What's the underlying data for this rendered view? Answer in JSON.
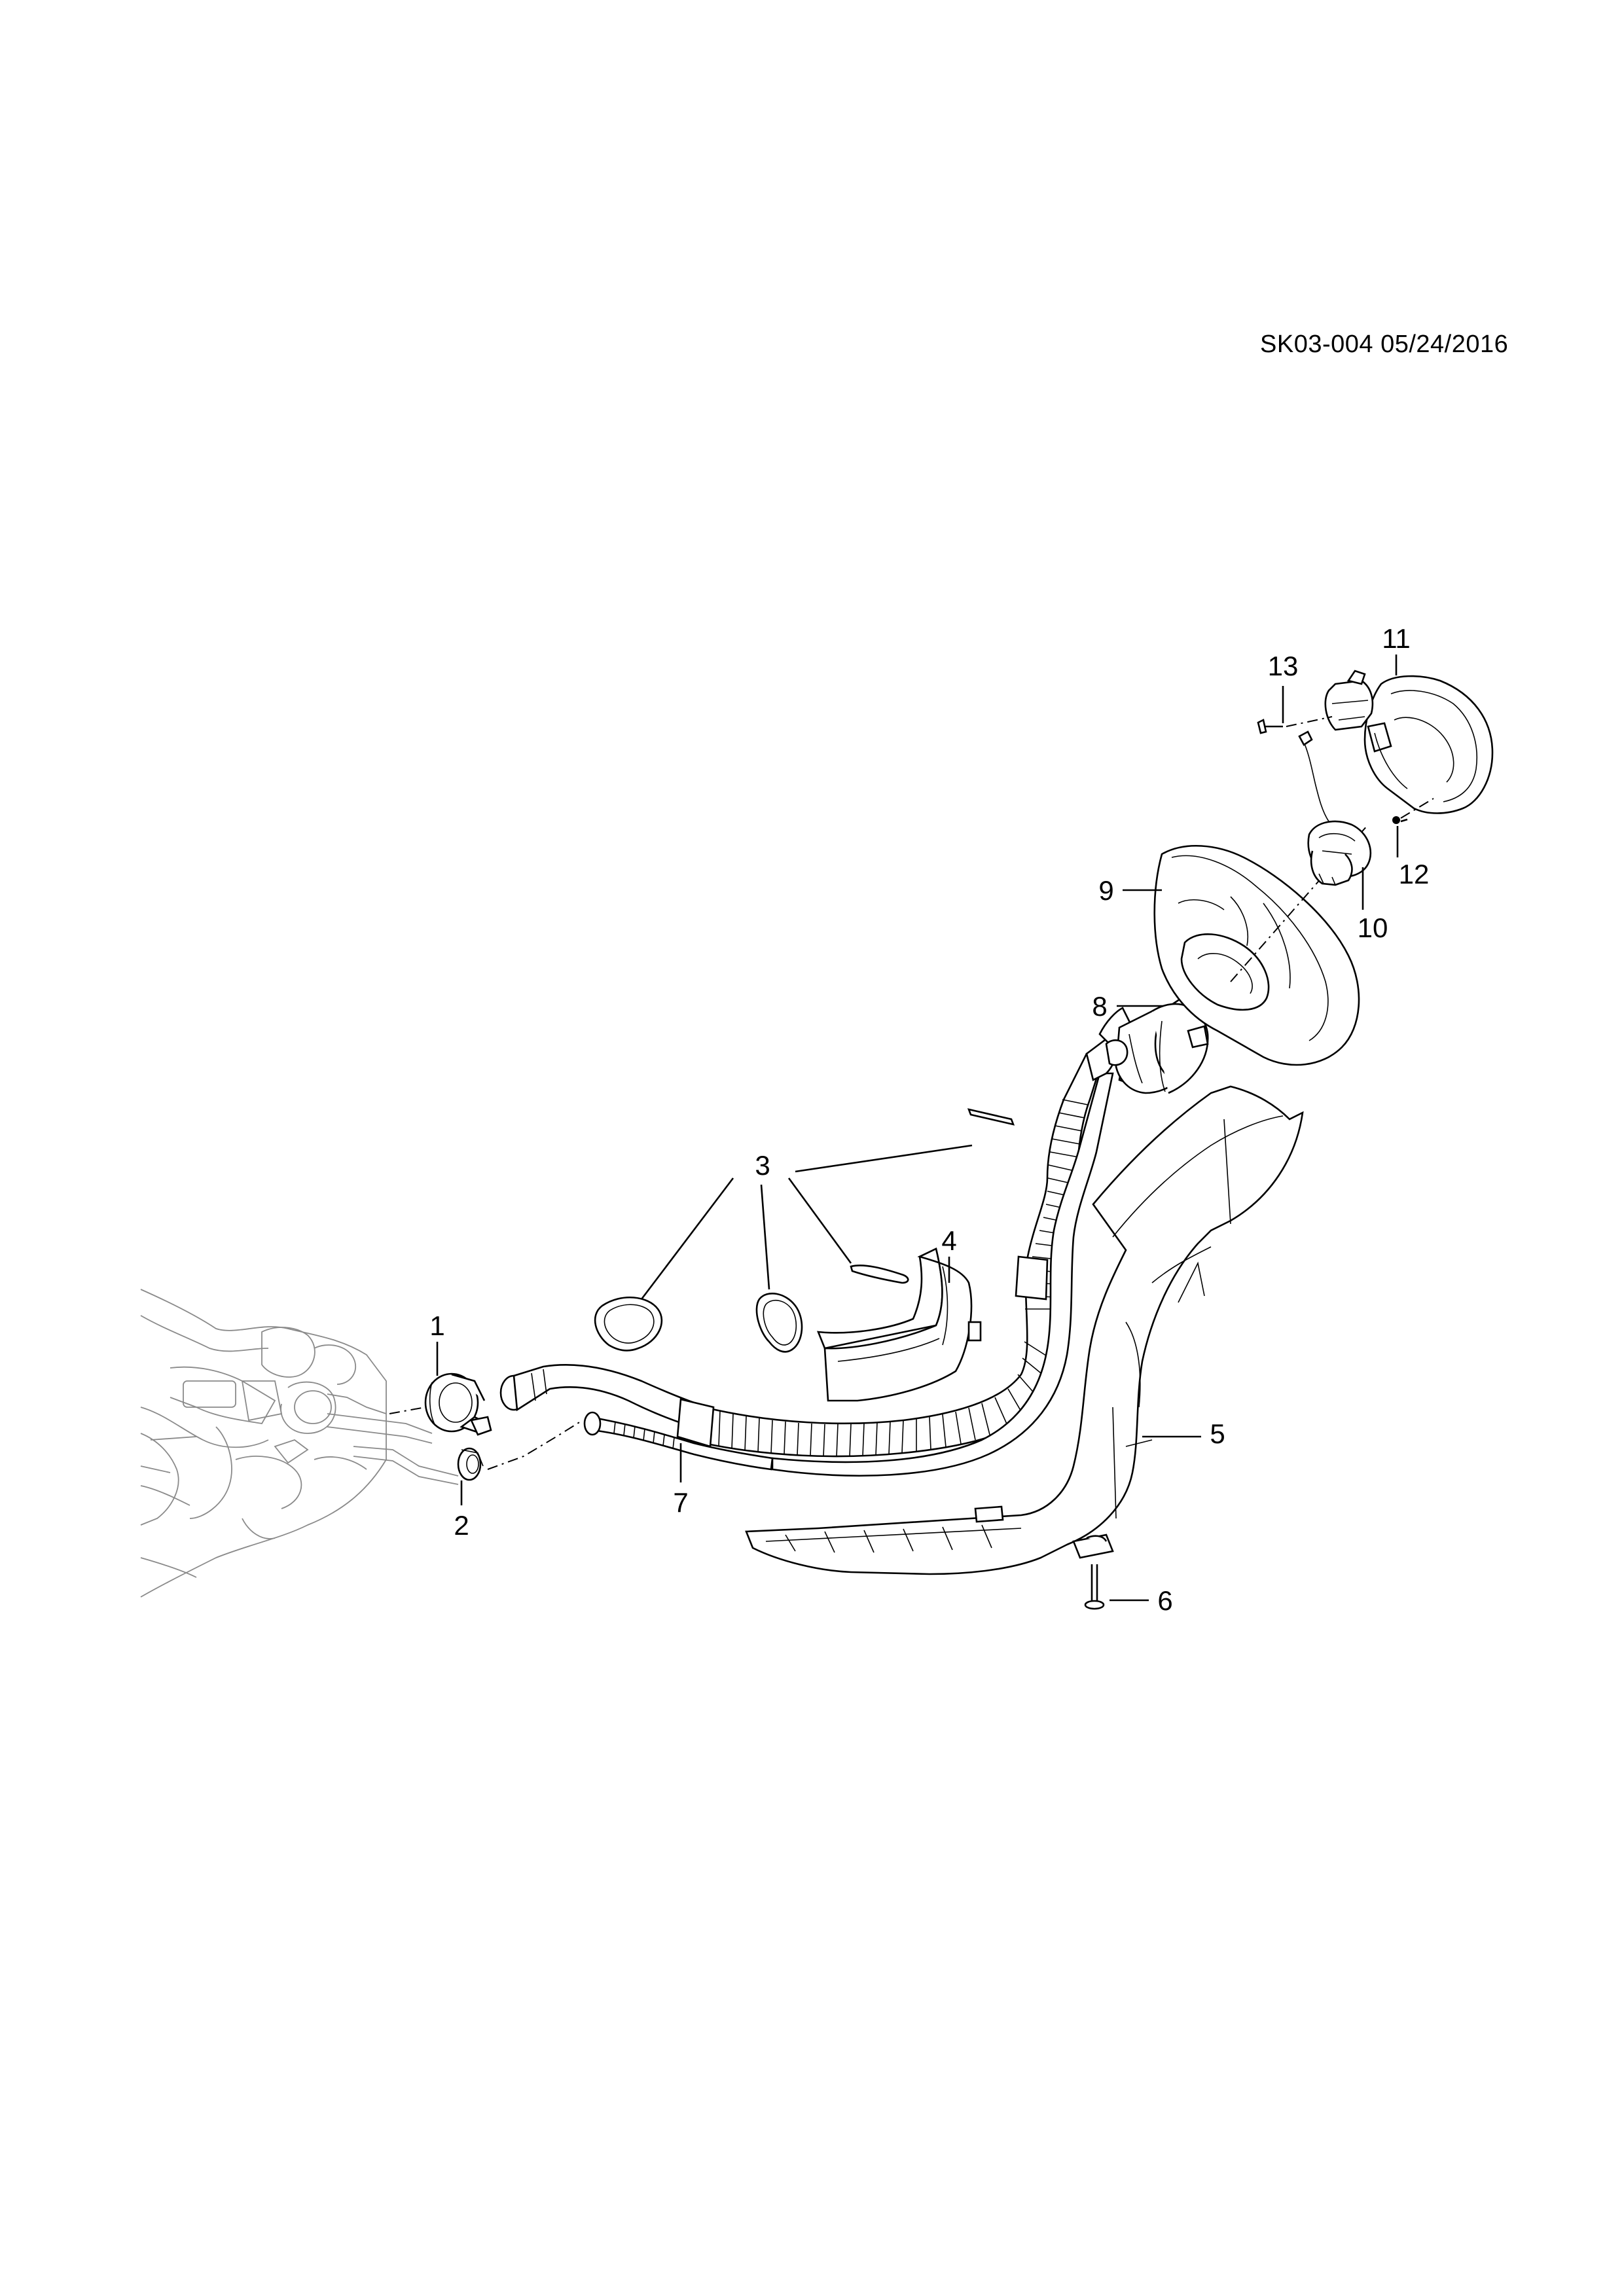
{
  "header": {
    "doc_code": "SK03-004 05/24/2016"
  },
  "callouts": [
    {
      "id": "1",
      "label": "1"
    },
    {
      "id": "2",
      "label": "2"
    },
    {
      "id": "3",
      "label": "3"
    },
    {
      "id": "4",
      "label": "4"
    },
    {
      "id": "5",
      "label": "5"
    },
    {
      "id": "6",
      "label": "6"
    },
    {
      "id": "7",
      "label": "7"
    },
    {
      "id": "8",
      "label": "8"
    },
    {
      "id": "9",
      "label": "9"
    },
    {
      "id": "10",
      "label": "10"
    },
    {
      "id": "11",
      "label": "11"
    },
    {
      "id": "12",
      "label": "12"
    },
    {
      "id": "13",
      "label": "13"
    }
  ]
}
